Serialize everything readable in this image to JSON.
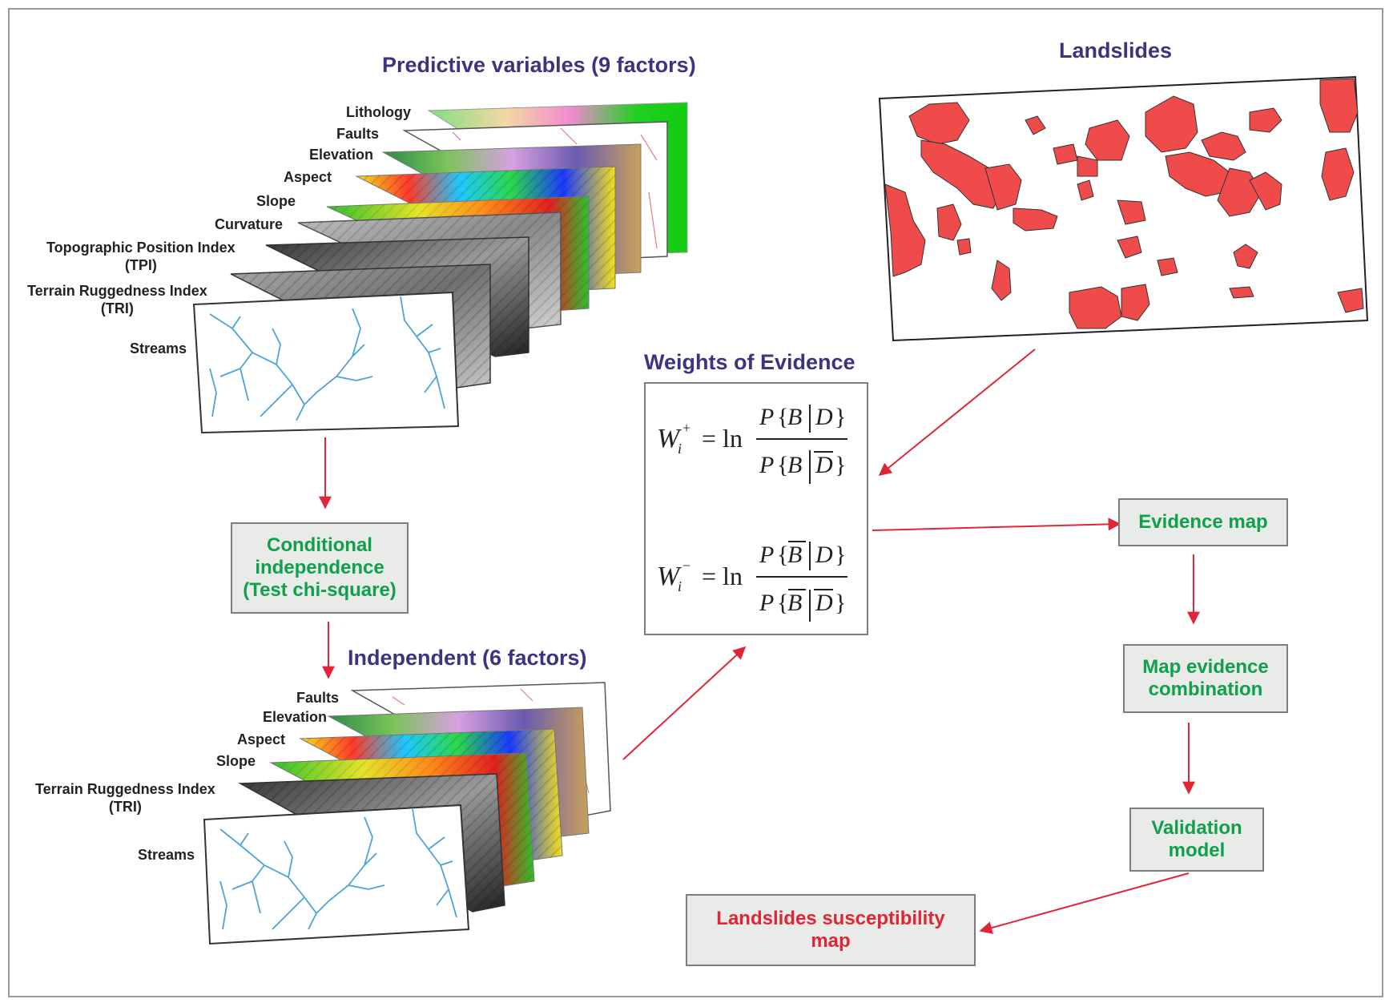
{
  "headings": {
    "predictive": "Predictive variables (9 factors)",
    "landslides": "Landslides",
    "weights": "Weights of Evidence",
    "independent": "Independent (6 factors)"
  },
  "predictive_layers": {
    "lithology": "Lithology",
    "faults": "Faults",
    "elevation": "Elevation",
    "aspect": "Aspect",
    "slope": "Slope",
    "curvature": "Curvature",
    "tpi": "Topographic Position Index",
    "tpi_abbr": "(TPI)",
    "tri": "Terrain Ruggedness Index",
    "tri_abbr": "(TRI)",
    "streams": "Streams"
  },
  "independent_layers": {
    "faults": "Faults",
    "elevation": "Elevation",
    "aspect": "Aspect",
    "slope": "Slope",
    "tri": "Terrain Ruggedness Index",
    "tri_abbr": "(TRI)",
    "streams": "Streams"
  },
  "boxes": {
    "conditional": [
      "Conditional",
      "independence",
      "(Test chi-square)"
    ],
    "evidence_map": "Evidence map",
    "combination": [
      "Map evidence",
      "combination"
    ],
    "validation": [
      "Validation",
      "model"
    ],
    "susceptibility": [
      "Landslides susceptibility",
      "map"
    ]
  },
  "formula": {
    "w_plus": "W",
    "w_minus": "W",
    "subscript": "i",
    "sup_plus": "+",
    "sup_minus": "−",
    "equals_ln": "= ln",
    "p": "P",
    "b": "B",
    "d": "D"
  },
  "colors": {
    "heading": "#3b3580",
    "box_text_green": "#10a04c",
    "box_text_red": "#e02636",
    "arrow": "#e02636",
    "landslide_fill": "#ef4b4b",
    "stream": "#4da3d8"
  }
}
